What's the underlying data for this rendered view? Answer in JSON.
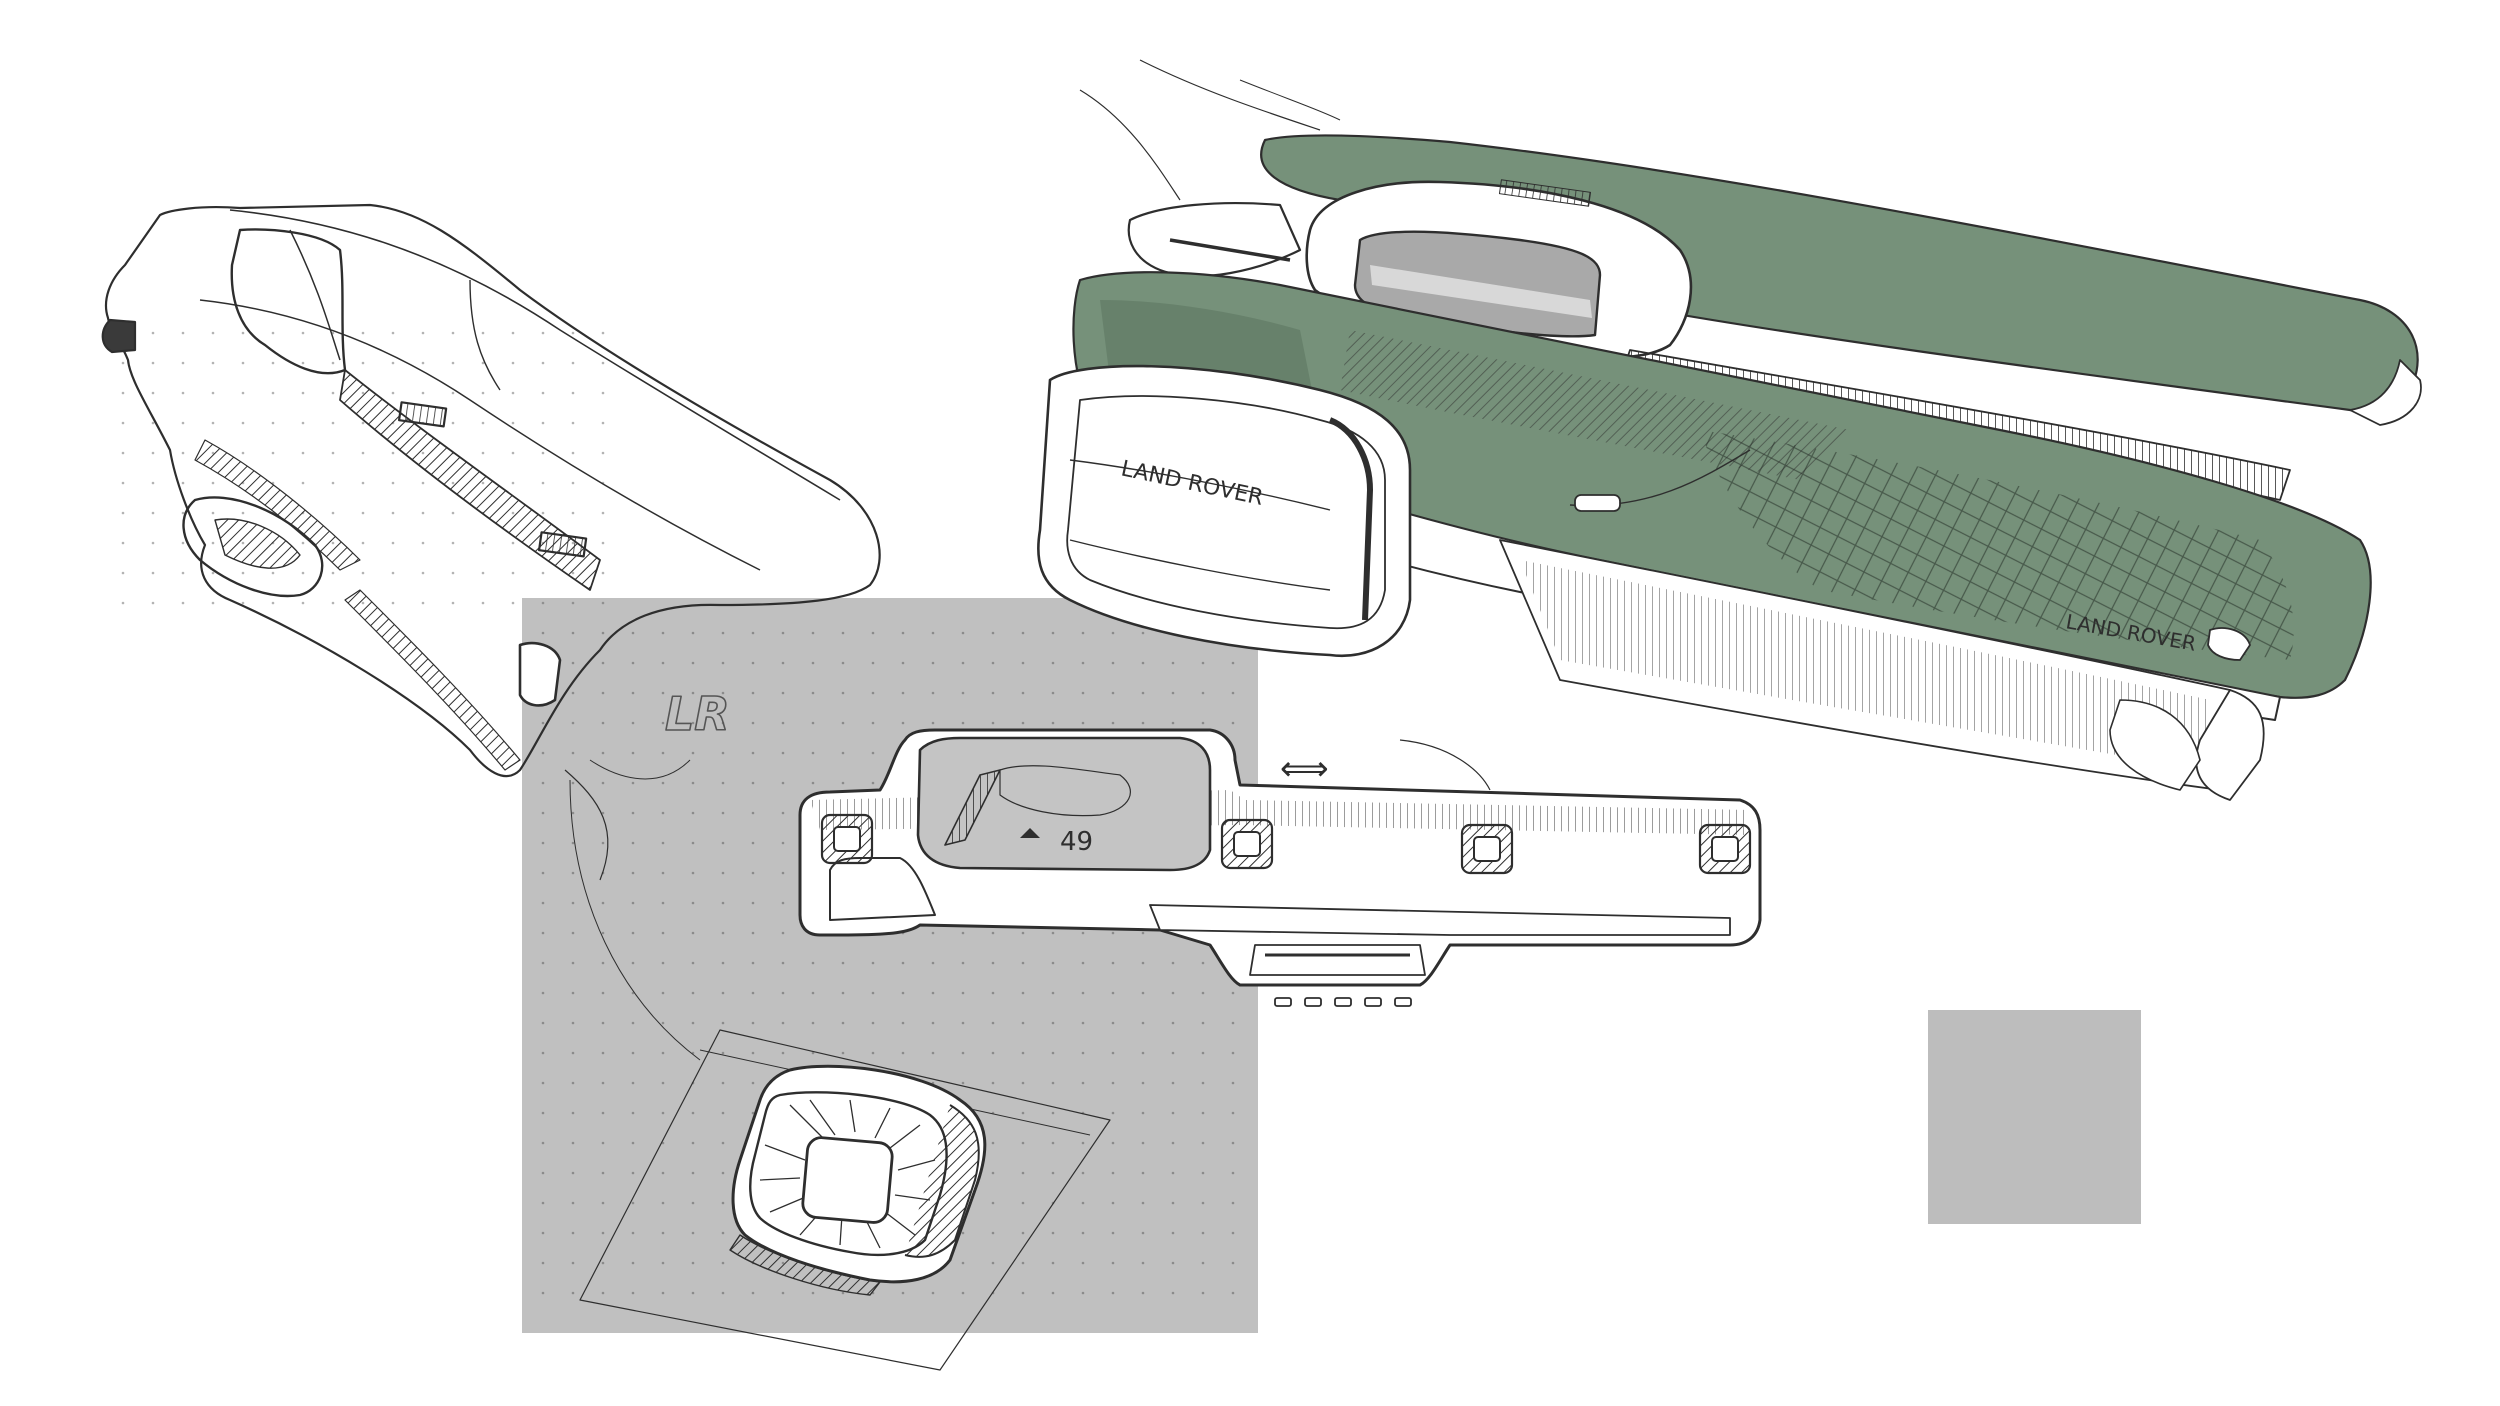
{
  "canvas": {
    "background": "#ffffff"
  },
  "colors": {
    "ink": "#2e2e2e",
    "sage_green": "#76917a",
    "sage_green_dark": "#5d7761",
    "panel_gray": "#c0c0c0",
    "screen_gray": "#a9a9a9"
  },
  "labels": {
    "brand_left": "LAND ROVER",
    "brand_right": "LAND ROVER",
    "badge": "LR",
    "display_speed": "49",
    "arrow_symbol": "⟺"
  },
  "sketches": [
    "dashboard-side-view-sketch",
    "dashboard-perspective-green-sketch",
    "instrument-panel-front-sketch",
    "air-vent-detail-sketch"
  ]
}
